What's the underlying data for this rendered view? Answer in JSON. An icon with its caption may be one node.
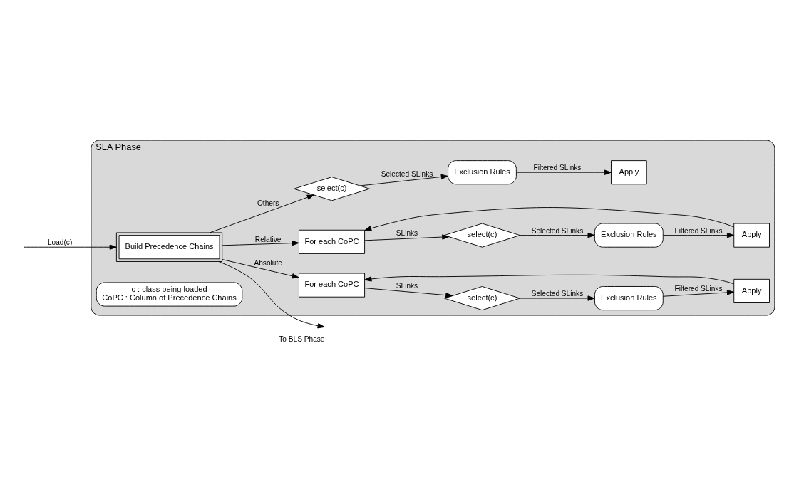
{
  "diagram": {
    "nodes": [
      {
        "text": [
          "SLA Phase"
        ]
      },
      {
        "text": [
          "Build Precedence Chains"
        ],
        "in": 0
      },
      {
        "text": [
          "c : class being loaded",
          "CoPC : Column of Precedence Chains"
        ],
        "in": 0
      },
      {
        "text": [
          "For each CoPC"
        ],
        "in": 0
      },
      {
        "text": [
          "select(c)"
        ],
        "in": 0
      },
      {
        "text": [
          "Exclusion Rules"
        ],
        "in": 0
      },
      {
        "text": [
          "Apply"
        ],
        "in": 0
      },
      {
        "text": [
          "For each CoPC"
        ],
        "in": 0
      },
      {
        "text": [
          "select(c)"
        ],
        "in": 0
      },
      {
        "text": [
          "Exclusion Rules"
        ],
        "in": 0
      },
      {
        "text": [
          "Apply"
        ],
        "in": 0
      },
      {
        "text": [
          "select(c)"
        ],
        "in": 0
      },
      {
        "text": [
          "Exclusion Rules"
        ],
        "in": 0
      },
      {
        "text": [
          "Apply"
        ],
        "in": 0
      }
    ],
    "edges": [
      {
        "from": 1,
        "to": null,
        "arrow": "to",
        "label": "To BLS Phase"
      },
      {
        "from": null,
        "to": 1,
        "arrow": "to",
        "label": "Load(c)"
      },
      {
        "from": 1,
        "to": 3,
        "arrow": "to",
        "label": "Absolute"
      },
      {
        "from": 3,
        "to": 4,
        "arrow": "to",
        "label": "SLinks"
      },
      {
        "from": 4,
        "to": 5,
        "arrow": "to",
        "label": "Selected SLinks"
      },
      {
        "from": 5,
        "to": 6,
        "arrow": "to",
        "label": "Filtered SLinks"
      },
      {
        "from": 6,
        "to": 3,
        "arrow": "to"
      },
      {
        "from": 1,
        "to": 7,
        "arrow": "to",
        "label": "Relative"
      },
      {
        "from": 7,
        "to": 8,
        "arrow": "to",
        "label": "SLinks"
      },
      {
        "from": 8,
        "to": 9,
        "arrow": "to",
        "label": "Selected SLinks"
      },
      {
        "from": 9,
        "to": 10,
        "arrow": "to",
        "label": "Filtered SLinks"
      },
      {
        "from": 10,
        "to": 7,
        "arrow": "to"
      },
      {
        "from": 1,
        "to": 11,
        "arrow": "to",
        "label": "Others"
      },
      {
        "from": 11,
        "to": 12,
        "arrow": "to",
        "label": "Selected SLinks"
      },
      {
        "from": 12,
        "to": 13,
        "arrow": "to",
        "label": "Filtered SLinks"
      }
    ]
  }
}
